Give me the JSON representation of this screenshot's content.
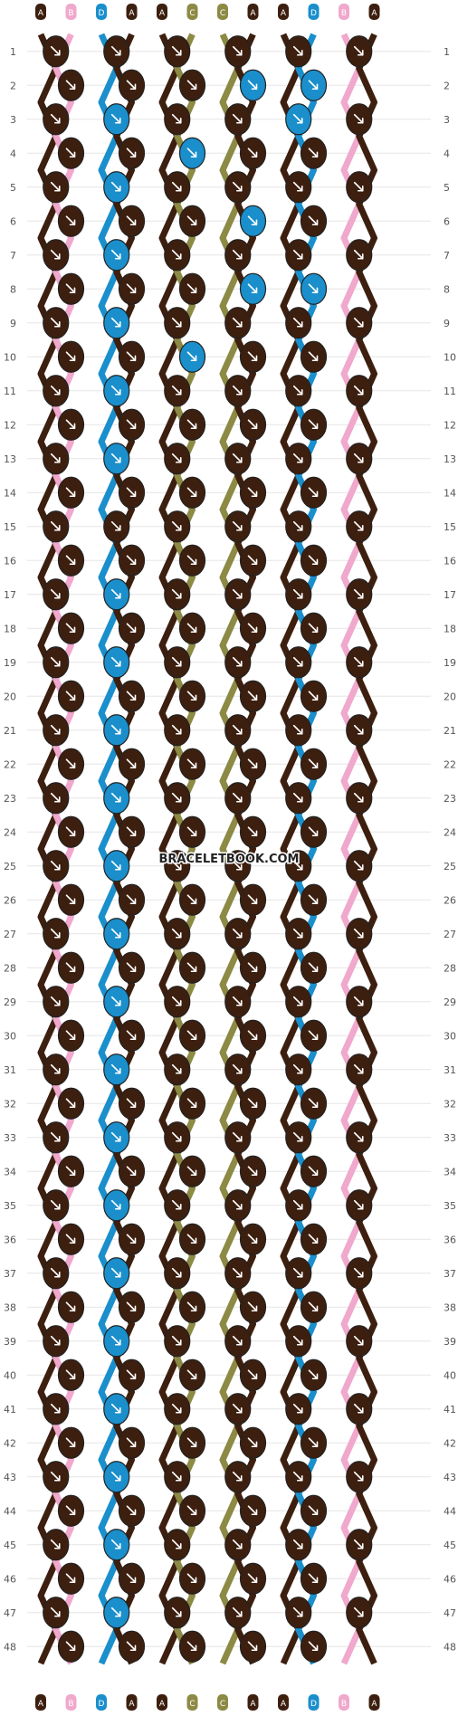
{
  "watermark": "BRACELETBOOK.COM",
  "colors": {
    "A": "#3d1f0f",
    "B": "#f0a8cc",
    "C": "#8c8a44",
    "D": "#1a8fcc"
  },
  "string_labels": [
    "A",
    "B",
    "D",
    "A",
    "A",
    "C",
    "C",
    "A",
    "A",
    "D",
    "B",
    "A"
  ],
  "row_numbers": [
    "1",
    "2",
    "3",
    "4",
    "5",
    "6",
    "7",
    "8",
    "9",
    "10",
    "11",
    "12",
    "13",
    "14",
    "15",
    "16",
    "17",
    "18",
    "19",
    "20",
    "21",
    "22",
    "23",
    "24",
    "25",
    "26",
    "27",
    "28",
    "29",
    "30",
    "31",
    "32",
    "33",
    "34",
    "35",
    "36",
    "37",
    "38",
    "39",
    "40",
    "41",
    "42",
    "43",
    "44",
    "45",
    "46",
    "47",
    "48"
  ],
  "knot_rows": [
    "AAAAAA",
    "AAADDA",
    "ADAADA",
    "AADAAA",
    "ADAAAA",
    "AAADAA",
    "ADAAAA",
    "AAADDA",
    "ADAAAA",
    "AADAAA",
    "ADAAAA",
    "AAAAAA",
    "ADAAAA",
    "AAAAAA",
    "AAAAAA",
    "AAAAAA",
    "ADAAAA",
    "AAAAAA",
    "ADAAAA",
    "AAAAAA",
    "ADAAAA",
    "AAAAAA",
    "ADAAAA",
    "AAAAAA",
    "ADAAAA",
    "AAAAAA",
    "ADAAAA",
    "AAAAAA",
    "ADAAAA",
    "AAAAAA",
    "ADAAAA",
    "AAAAAA",
    "ADAAAA",
    "AAAAAA",
    "ADAAAA",
    "AAAAAA",
    "ADAAAA",
    "AAAAAA",
    "ADAAAA",
    "AAAAAA",
    "ADAAAA",
    "AAAAAA",
    "ADAAAA",
    "AAAAAA",
    "ADAAAA",
    "AAAAAA",
    "ADAAAA",
    "AAAAAA"
  ]
}
